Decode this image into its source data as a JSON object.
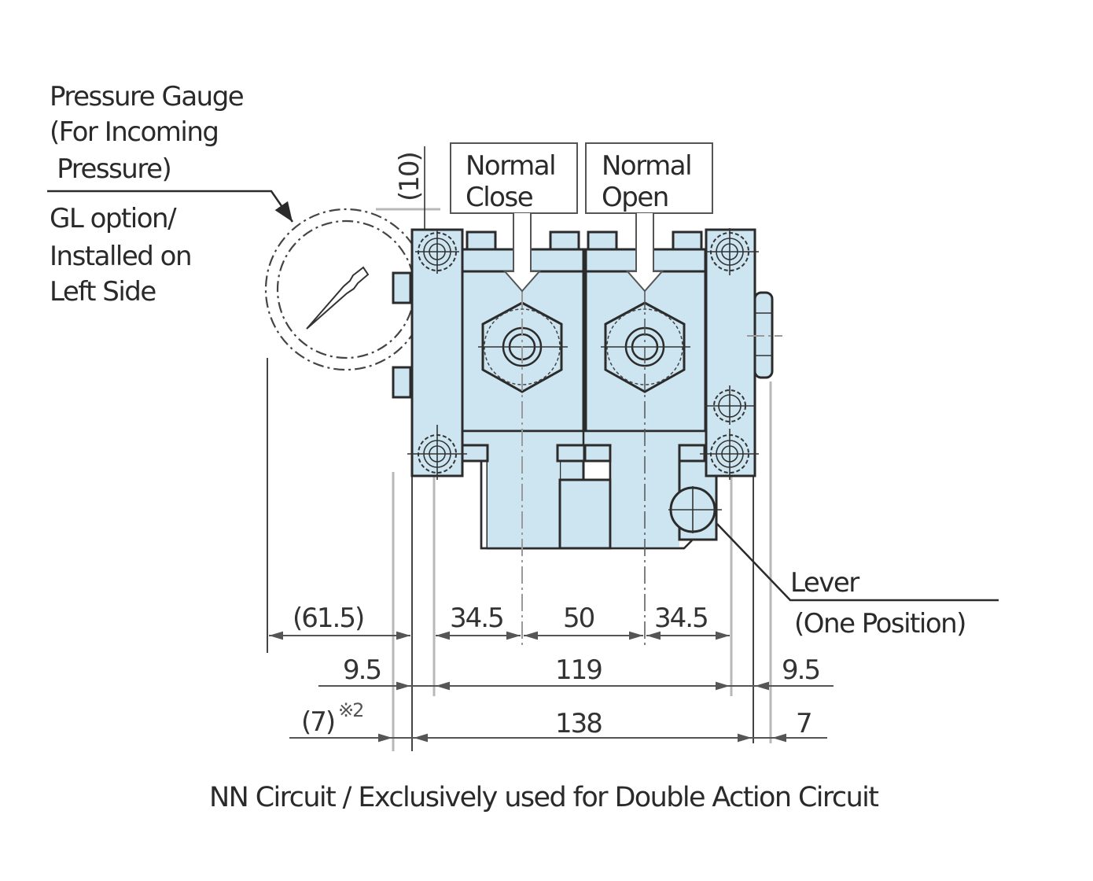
{
  "labels": {
    "pressure_gauge": [
      "Pressure Gauge",
      "(For Incoming",
      " Pressure)"
    ],
    "gl_option": [
      "GL option/",
      "Installed on",
      "Left Side"
    ],
    "normal_close": [
      "Normal",
      "Close"
    ],
    "normal_open": [
      "Normal",
      "Open"
    ],
    "lever": [
      "Lever",
      "(One Position)"
    ]
  },
  "dimensions": {
    "top_offset": "(10)",
    "gauge_width": "(61.5)",
    "pitch_left": "34.5",
    "pitch_center": "50",
    "pitch_right": "34.5",
    "flange_left": "9.5",
    "bolt_span": "119",
    "flange_right": "9.5",
    "edge_left": "(7)",
    "edge_left_note": "※2",
    "overall_width": "138",
    "edge_right": "7"
  },
  "caption": "NN Circuit / Exclusively used for Double Action Circuit",
  "colors": {
    "body_fill": "#cde5f0",
    "gauge_fill": "#e2f2fa",
    "outline": "#2b2b2b"
  }
}
